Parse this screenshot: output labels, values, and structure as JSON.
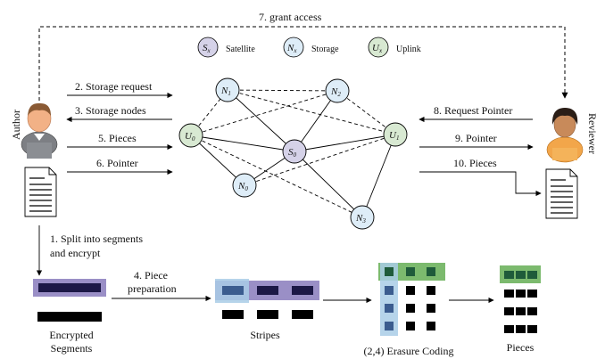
{
  "legend": {
    "satellite": {
      "symbol": "S",
      "sub": "x",
      "label": "Satellite",
      "color": "#d5d2e8"
    },
    "storage": {
      "symbol": "N",
      "sub": "x",
      "label": "Storage",
      "color": "#deedf8"
    },
    "uplink": {
      "symbol": "U",
      "sub": "x",
      "label": "Uplink",
      "color": "#d8e9d2"
    }
  },
  "nodes": {
    "N1": {
      "symbol": "N",
      "sub": "1"
    },
    "N2": {
      "symbol": "N",
      "sub": "2"
    },
    "N0": {
      "symbol": "N",
      "sub": "0"
    },
    "N3": {
      "symbol": "N",
      "sub": "3"
    },
    "U0": {
      "symbol": "U",
      "sub": "0"
    },
    "U1": {
      "symbol": "U",
      "sub": "1"
    },
    "S0": {
      "symbol": "S",
      "sub": "0"
    }
  },
  "actors": {
    "author": "Author",
    "reviewer": "Reviewer"
  },
  "arrows": {
    "grant_access": "7. grant access",
    "storage_request": "2. Storage request",
    "storage_nodes": "3. Storage nodes",
    "pieces_up": "5. Pieces",
    "pointer_up": "6. Pointer",
    "request_pointer": "8. Request Pointer",
    "pointer_down": "9. Pointer",
    "pieces_down": "10. Pieces",
    "split_1": "1. Split into segments",
    "split_2": "and encrypt",
    "piece_prep_1": "4. Piece",
    "piece_prep_2": "preparation"
  },
  "stages": {
    "encrypted_1": "Encrypted",
    "encrypted_2": "Segments",
    "stripes": "Stripes",
    "erasure": "(2,4) Erasure Coding",
    "pieces": "Pieces"
  },
  "colors": {
    "purple_bar": "#9a8fc6",
    "dark_navy": "#1c1846",
    "highlight_blue": "#a9cde6",
    "highlight_green": "#7cba6e",
    "piece_green": "#1f5b3a",
    "black": "#000000"
  }
}
